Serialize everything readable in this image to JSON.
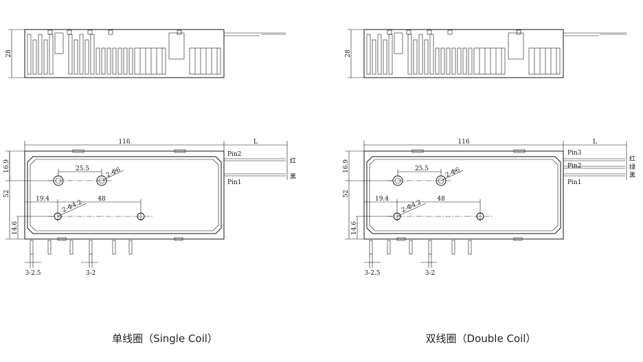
{
  "left": {
    "caption": "单线圈（Single Coil）",
    "dim_height_side": "28",
    "dim_length": "116",
    "dim_lead": "L",
    "dim_top_offset": "16.9",
    "dim_width": "52",
    "dim_hole_spacing_top": "25.5",
    "dim_hole_top": "2-Φ6",
    "dim_left_offset": "19.4",
    "dim_hole_spacing_bottom": "48",
    "dim_hole_bottom": "2-Φ4.2",
    "dim_bottom_offset": "14.6",
    "dim_pin_a": "3-2.5",
    "dim_pin_b": "3-2",
    "pins": [
      {
        "label": "Pin2",
        "color": "红"
      },
      {
        "label": "Pin1",
        "color": "黑"
      }
    ]
  },
  "right": {
    "caption": "双线圈（Double Coil）",
    "dim_height_side": "28",
    "dim_length": "116",
    "dim_lead": "L",
    "dim_top_offset": "16.9",
    "dim_width": "52",
    "dim_hole_spacing_top": "25.5",
    "dim_hole_top": "2-Φ6",
    "dim_left_offset": "19.4",
    "dim_hole_spacing_bottom": "48",
    "dim_hole_bottom": "2-Φ4.2",
    "dim_bottom_offset": "14.6",
    "dim_pin_a": "3-2.5",
    "dim_pin_b": "3-2",
    "pins": [
      {
        "label": "Pin3",
        "color": "红"
      },
      {
        "label": "Pin2",
        "color": "绿"
      },
      {
        "label": "Pin1",
        "color": "黑"
      }
    ]
  }
}
